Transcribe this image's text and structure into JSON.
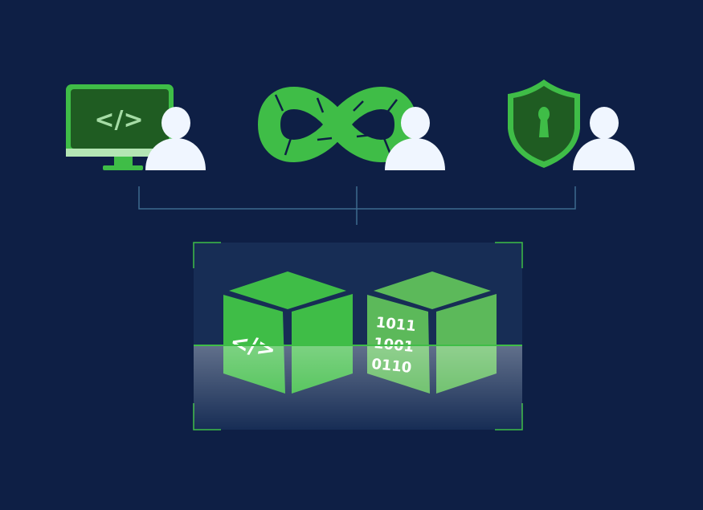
{
  "colors": {
    "background": "#0e1f45",
    "green": "#3fbd47",
    "green_alt": "#5cb95a",
    "dark_green": "#1f5c22",
    "connector": "#3d6a8f",
    "person": "#f0f6ff"
  },
  "roles": [
    {
      "icon": "monitor-code-icon",
      "code_label": "</>"
    },
    {
      "icon": "devops-infinity-icon"
    },
    {
      "icon": "shield-lock-icon"
    }
  ],
  "cubes": [
    {
      "icon": "code-cube-icon",
      "label": "</>"
    },
    {
      "icon": "binary-cube-icon",
      "lines": [
        "1011",
        "1001",
        "0110"
      ]
    }
  ]
}
